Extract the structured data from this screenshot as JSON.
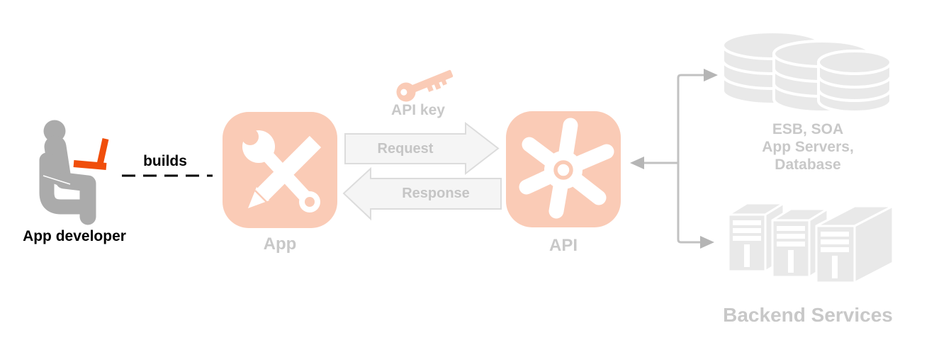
{
  "diagram": {
    "developer": {
      "caption": "App developer",
      "icon": "seated-developer-icon",
      "person_color": "#ABABAB",
      "laptop_color": "#F04E0B"
    },
    "builds_edge": {
      "label": "builds",
      "style": "dashed",
      "color": "#000000"
    },
    "app_node": {
      "caption": "App",
      "icon": "wrench-pencil-icon",
      "tile_color": "#FACBB6",
      "glyph_color": "#FFFFFF"
    },
    "api_key": {
      "label": "API key",
      "icon": "key-icon",
      "color": "#FACBB6"
    },
    "request_arrow": {
      "label": "Request",
      "direction": "right",
      "fill": "#F5F5F5",
      "border": "#DCDCDC",
      "text_color": "#C5C5C5"
    },
    "response_arrow": {
      "label": "Response",
      "direction": "left",
      "fill": "#F5F5F5",
      "border": "#DCDCDC",
      "text_color": "#C5C5C5"
    },
    "api_node": {
      "caption": "API",
      "icon": "api-spark-icon",
      "tile_color": "#FACBB6",
      "glyph_color": "#FFFFFF"
    },
    "backend_db": {
      "caption_lines": [
        "ESB, SOA",
        "App Servers,",
        "Database"
      ],
      "icon": "database-stack-icon",
      "color": "#E9E9E9"
    },
    "backend_servers": {
      "caption": "Backend Services",
      "icon": "server-towers-icon",
      "color": "#E9E9E9"
    },
    "connectors": {
      "color": "#C2C2C2",
      "arrowhead_color": "#B5B5B5",
      "faded_text_color": "#C8C8C8"
    }
  }
}
